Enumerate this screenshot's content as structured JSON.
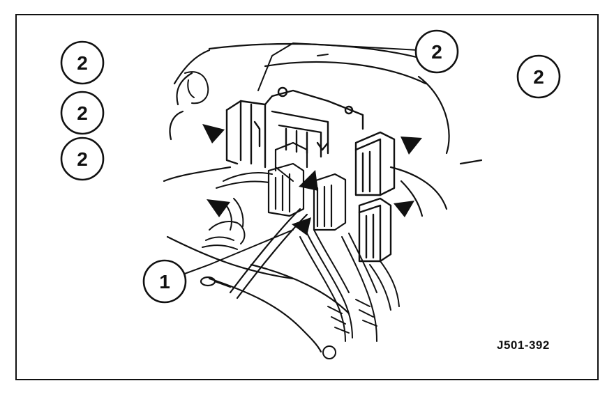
{
  "callouts": [
    {
      "id": "c1",
      "label": "2"
    },
    {
      "id": "c2",
      "label": "2"
    },
    {
      "id": "c3",
      "label": "2"
    },
    {
      "id": "c4",
      "label": "2"
    },
    {
      "id": "c5",
      "label": "2"
    },
    {
      "id": "c6",
      "label": "1"
    }
  ],
  "figure_code": "J501-392",
  "colors": {
    "ink": "#111111",
    "paper": "#ffffff"
  }
}
